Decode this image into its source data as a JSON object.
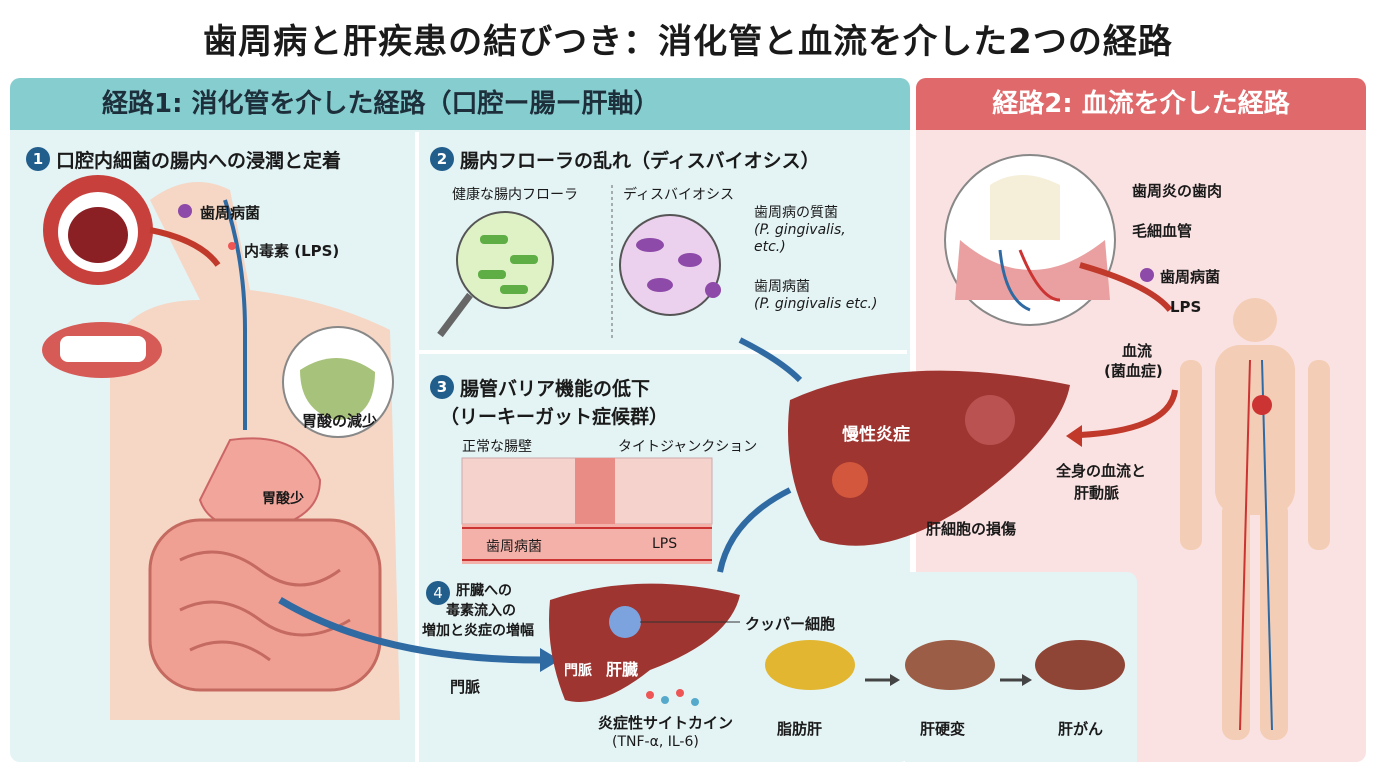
{
  "title": "歯周病と肝疾患の結びつき：消化管と血流を介した2つの経路",
  "route1": {
    "header": "経路1: 消化管を介した経路（口腔ー腸ー肝軸）",
    "step1": {
      "num": "1",
      "title": "口腔内細菌の腸内への浸潤と定着",
      "bacteria": "歯周病菌",
      "endotoxin": "内毒素 (LPS)",
      "acid_decrease": "胃酸の減少",
      "low_acid": "胃酸少"
    },
    "step2": {
      "num": "2",
      "title": "腸内フローラの乱れ（ディスバイオシス）",
      "healthy": "健康な腸内フローラ",
      "dysbiosis": "ディスバイオシス",
      "label_a": "歯周病の質菌",
      "label_a_sci": "(P. gingivalis, etc.)",
      "label_b": "歯周病菌",
      "label_b_sci": "(P. gingivalis etc.)"
    },
    "step3": {
      "num": "3",
      "title": "腸管バリア機能の低下",
      "subtitle": "（リーキーガット症候群）",
      "normal_wall": "正常な腸壁",
      "tight_junction": "タイトジャンクション",
      "bacteria": "歯周病菌",
      "lps": "LPS"
    },
    "step4": {
      "num": "4",
      "title_l1": "肝臓への",
      "title_l2": "毒素流入の",
      "title_l3": "増加と炎症の増幅",
      "portal_vein": "門脈",
      "portal_vein_in": "門脈",
      "liver": "肝臓",
      "kupffer": "クッパー細胞",
      "cytokines": "炎症性サイトカイン",
      "cytokines_sub": "(TNF-α, IL-6)"
    },
    "progression": [
      "脂肪肝",
      "肝硬変",
      "肝がん"
    ],
    "chronic": "慢性炎症",
    "hepatocyte_damage": "肝細胞の損傷"
  },
  "route2": {
    "header": "経路2: 血流を介した経路",
    "gum": "歯周炎の歯肉",
    "capillary": "毛細血管",
    "bacteria": "歯周病菌",
    "lps": "LPS",
    "bloodflow": "血流",
    "bacteremia": "(菌血症)",
    "systemic_l1": "全身の血流と",
    "systemic_l2": "肝動脈"
  },
  "colors": {
    "teal_header": "#86cdd0",
    "teal_bg": "#e4f3f4",
    "red_header": "#e0696b",
    "pink_bg": "#fbe2e2",
    "liver": "#9e3531",
    "arrow_blue": "#2f6aa3",
    "num_blue": "#215e8c"
  }
}
